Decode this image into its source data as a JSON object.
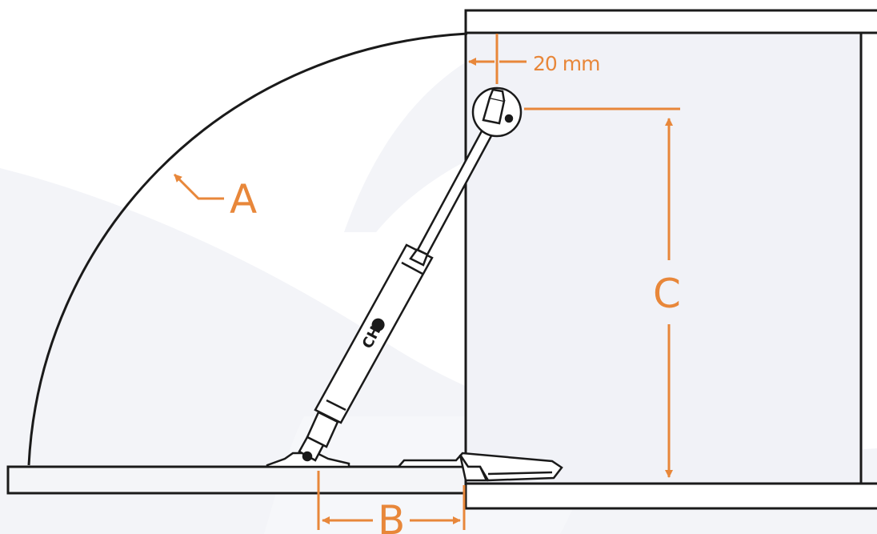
{
  "labels": {
    "a": "A",
    "b": "B",
    "c": "C",
    "offset": "20 mm"
  },
  "logo_text": "CH",
  "colors": {
    "accent": "#E8873A",
    "line": "#1a1a1a",
    "panel": "#f1f2f7",
    "background_swoosh": "#f3f4f8",
    "hardware": "#ffffff"
  }
}
